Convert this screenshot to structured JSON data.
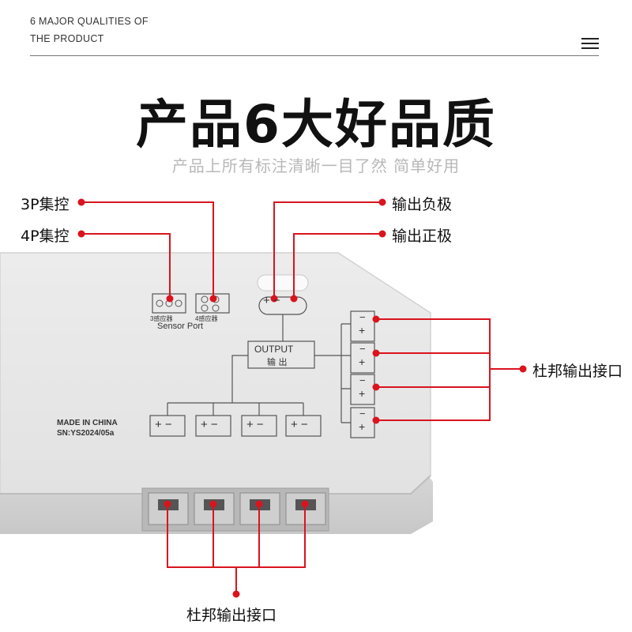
{
  "header": {
    "line1": "6 MAJOR QUALITIES OF",
    "line2": "THE PRODUCT"
  },
  "title": "产品6大好品质",
  "subtitle": "产品上所有标注清晰一目了然 简单好用",
  "callouts": {
    "sync_3p": "3P集控",
    "sync_4p": "4P集控",
    "output_negative": "输出负极",
    "output_positive": "输出正极",
    "dupont_right": "杜邦输出接口",
    "dupont_bottom": "杜邦输出接口"
  },
  "device": {
    "port_3": "3感应器",
    "port_4": "4感应器",
    "sensor_port": "Sensor Port",
    "output_en": "OUTPUT",
    "output_cn": "输 出",
    "made_in": "MADE IN CHINA",
    "serial": "SN:YS2024/05a",
    "pm": "+ −",
    "minus": "−",
    "plus": "+"
  },
  "colors": {
    "accent": "#d9141e",
    "device": "#e4e4e4",
    "device_edge": "#cfcfcf"
  }
}
